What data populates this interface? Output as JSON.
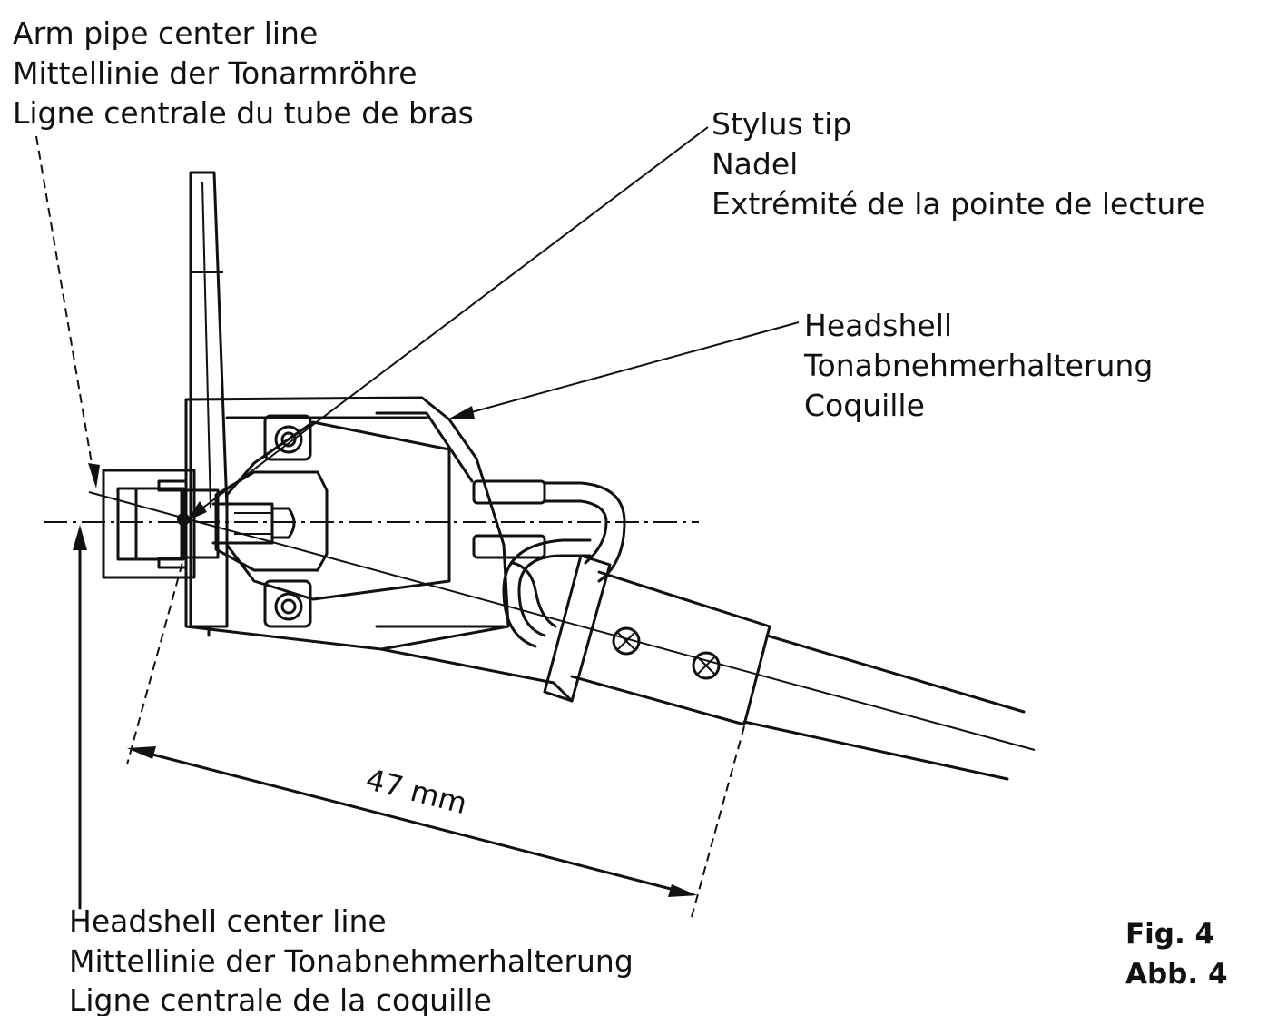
{
  "labels": {
    "arm_pipe": [
      "Arm pipe center line",
      "Mittellinie der Tonarmröhre",
      "Ligne centrale du tube de bras"
    ],
    "stylus": [
      "Stylus tip",
      "Nadel",
      "Extrémité de la pointe de lecture"
    ],
    "headshell": [
      "Headshell",
      "Tonabnehmerhalterung",
      "Coquille"
    ],
    "headshell_center": [
      "Headshell center line",
      "Mittellinie der Tonabnehmerhalterung",
      "Ligne centrale de la coquille"
    ]
  },
  "dimension": {
    "overhang": "47 mm"
  },
  "figure": {
    "number_en": "Fig. 4",
    "number_de": "Abb. 4"
  },
  "colors": {
    "ink": "#111111",
    "paper": "#ffffff"
  }
}
